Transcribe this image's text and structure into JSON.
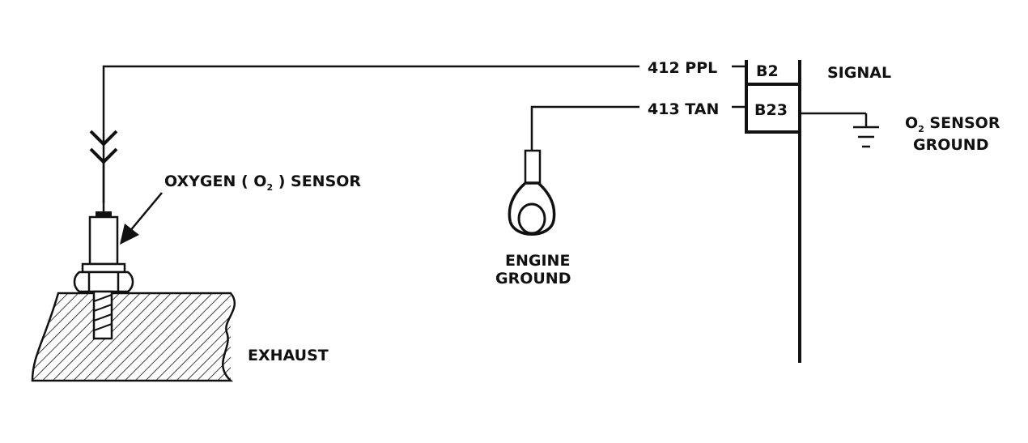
{
  "diagram": {
    "wires": {
      "signal_wire": "412 PPL",
      "ground_wire": "413 TAN"
    },
    "connector": {
      "pin_signal": "B2",
      "pin_ground": "B23"
    },
    "labels": {
      "signal": "SIGNAL",
      "o2_ground_prefix": "O",
      "o2_ground_sub": "2",
      "o2_ground_line1_rest": " SENSOR",
      "o2_ground_line2": "GROUND",
      "sensor_prefix": "OXYGEN ( O",
      "sensor_sub": "2",
      "sensor_suffix": " ) SENSOR",
      "engine_ground_line1": "ENGINE",
      "engine_ground_line2": "GROUND",
      "exhaust": "EXHAUST"
    }
  }
}
